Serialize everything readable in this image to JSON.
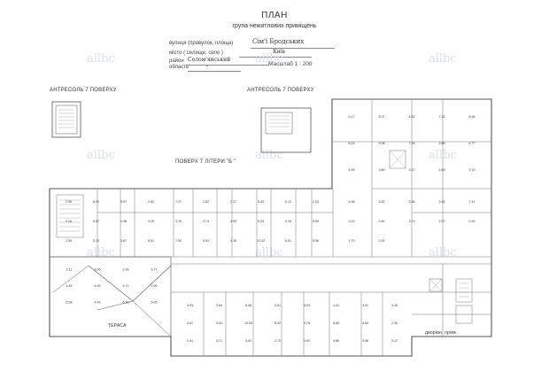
{
  "header": {
    "title": "ПЛАН",
    "subtitle": "група нежитлових приміщень"
  },
  "address": {
    "street_label": "вулиця (провулок, площа)",
    "street_value": "Сім'ї Бродських",
    "city_label": "місто ( селище, село )",
    "city_value": "Київ",
    "district_label": "район",
    "district_value": "Солом'янський",
    "region_label": "область",
    "region_value": "-",
    "scale_label": "Масштаб 1 : 200"
  },
  "sections": {
    "mezzanine_left": "АНТРЕСОЛЬ 7 ПОВЕРХУ",
    "mezzanine_right": "АНТРЕСОЛЬ 7 ПОВЕРХУ",
    "floor_main": "ПОВЕРХ 7 ЛІТЕРИ \"Б \"",
    "terrace": "ТЕРАСА",
    "two_level": "дворівн. прим."
  },
  "watermark": "allbc",
  "colors": {
    "line": "#555555",
    "line_light": "#9a9a9a",
    "watermark": "#d9e0e6"
  },
  "room_labels": [
    "5.17",
    "5.07",
    "4.52",
    "7.22",
    "8.96",
    "5.24",
    "3.08",
    "7.26",
    "3.66",
    "4.77",
    "6.39",
    "3.80",
    "3.27",
    "2.89",
    "3.13",
    "2.99",
    "6.20",
    "5.97",
    "2.62",
    "7.27",
    "1.82",
    "2.17",
    "5.91",
    "5.12",
    "2.03",
    "3.16",
    "5.67",
    "4.38",
    "3.26",
    "3.76",
    "2.74",
    "4.95",
    "6.03",
    "2.18",
    "9.59",
    "2.55",
    "3.13",
    "3.87",
    "5.01",
    "7.00",
    "5.93",
    "4.35",
    "12.02",
    "6.01",
    "5.96",
    "3.93",
    "3.94",
    "6.48",
    "3.91",
    "5.93",
    "4.41",
    "3.91",
    "3.45",
    "4.41",
    "3.41",
    "10.05",
    "6.42",
    "3.75",
    "8.85",
    "4.64",
    "2.45",
    "2.41",
    "4.71",
    "3.02",
    "2.75",
    "1.92",
    "9.86",
    "3.98",
    "5.17",
    "2.11",
    "2.06",
    "2.93",
    "3.77",
    "3.45",
    "6.29",
    "4.71",
    "2.96",
    "5.98",
    "4.43",
    "6.38",
    "5.05",
    "5.36",
    "3.87",
    "3.95",
    "2.82",
    "7.41",
    "3.13",
    "2.60",
    "3.70",
    "2.07",
    "2.54",
    "1.70",
    "2.00"
  ]
}
